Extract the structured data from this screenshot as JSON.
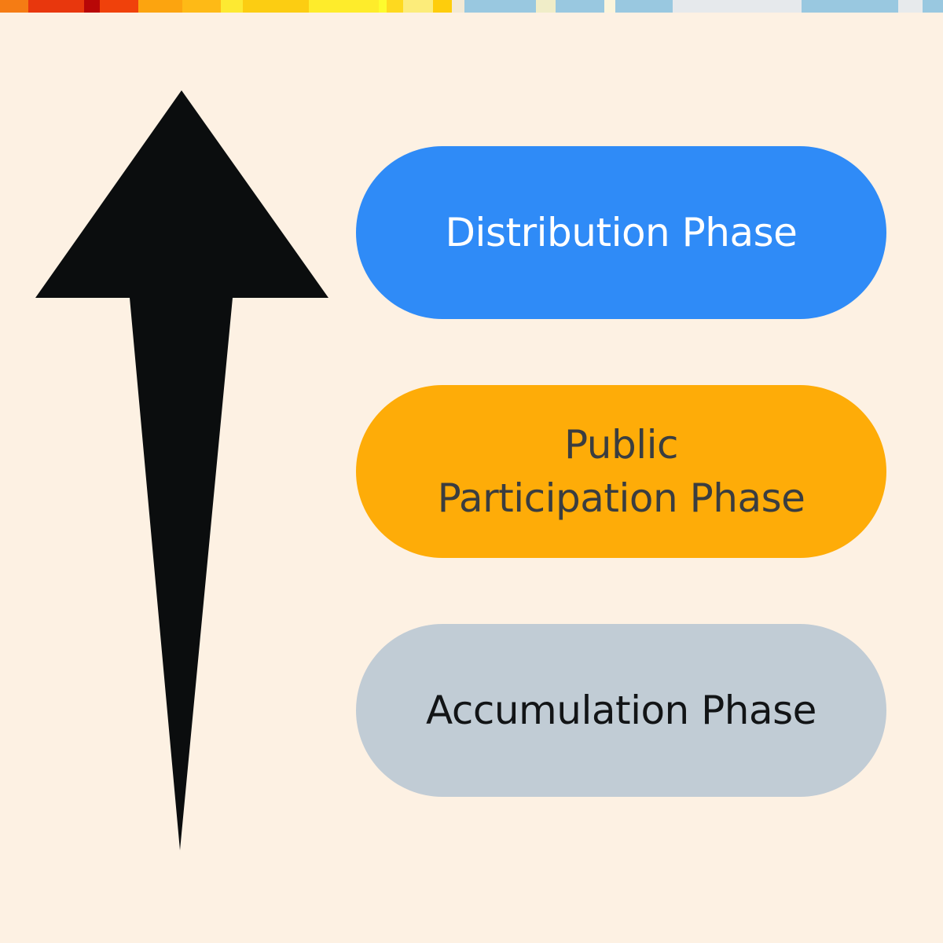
{
  "strip": {
    "colors": [
      "#f57c14",
      "#e8370d",
      "#b80707",
      "#f0410b",
      "#fca40f",
      "#feba16",
      "#fde932",
      "#fccd12",
      "#feec2b",
      "#fdfb2e",
      "#fed91f",
      "#fcec7a",
      "#fecd0c",
      "#f3e9d5",
      "#99c8e0",
      "#f0edc8",
      "#99c8e0",
      "#fbf5dc",
      "#99c8e0",
      "#e6e9ec",
      "#99c8e0",
      "#e7eaec",
      "#99c8e0"
    ]
  },
  "phases": [
    {
      "label": "Distribution Phase",
      "bg": "#2f8bf7",
      "color": "#ffffff"
    },
    {
      "label": "Public\nParticipation Phase",
      "bg": "#feac08",
      "color": "#3a3d40"
    },
    {
      "label": "Accumulation Phase",
      "bg": "#c1ccd5",
      "color": "#121416"
    }
  ],
  "arrow": {
    "icon": "up-arrow-icon",
    "color": "#0b0d0e"
  },
  "background": "#fdf1e3"
}
